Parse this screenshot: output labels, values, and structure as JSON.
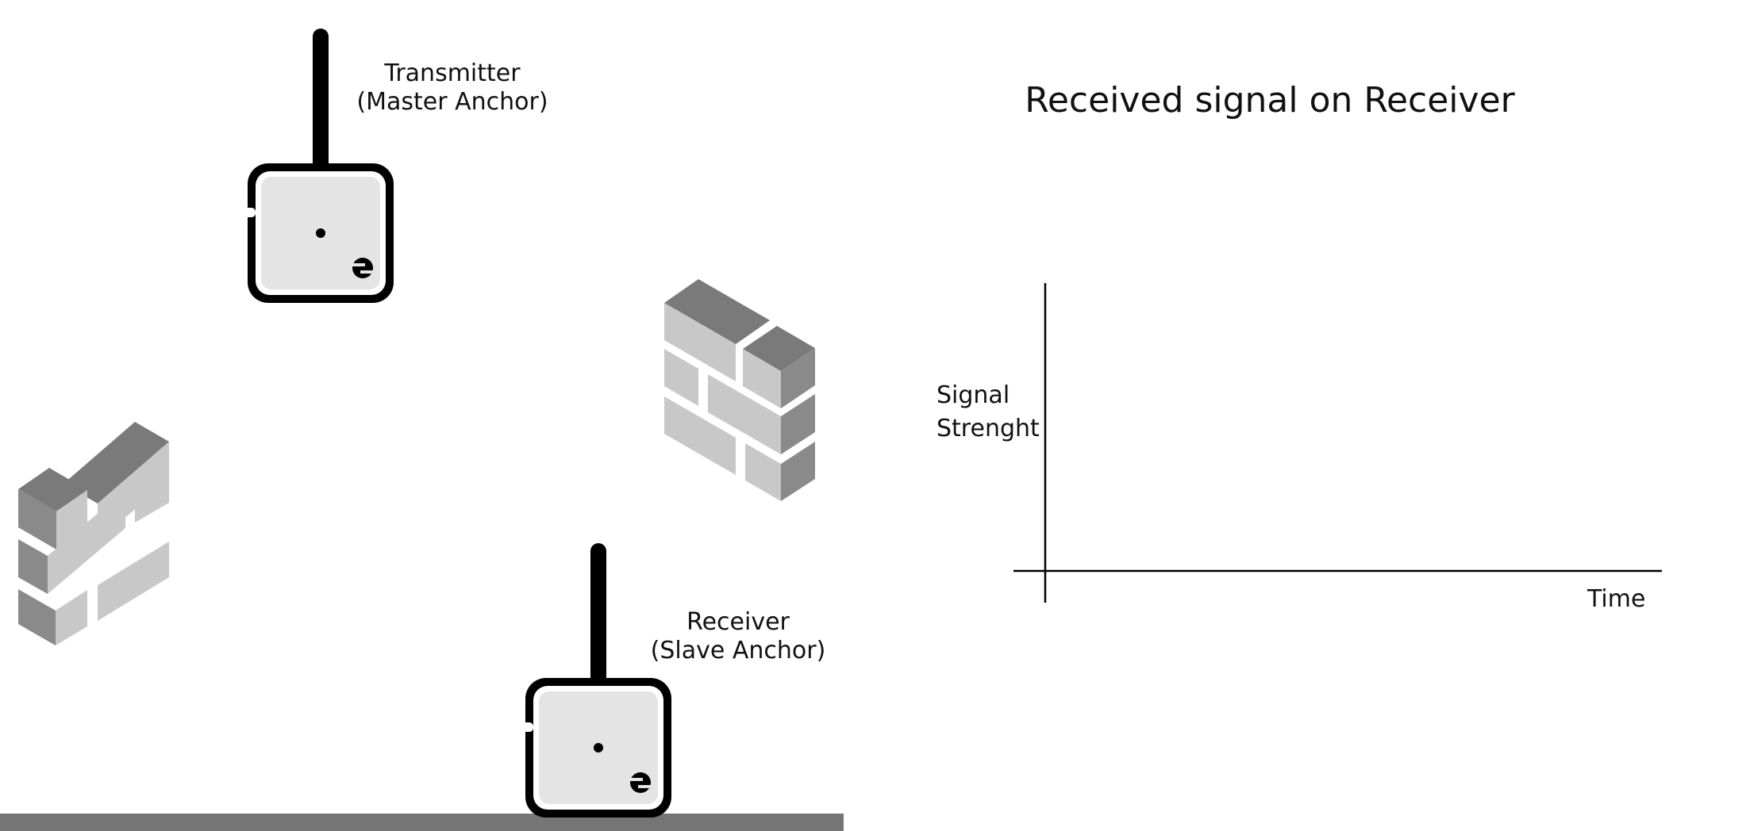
{
  "devices": {
    "transmitter": {
      "line1": "Transmitter",
      "line2": "(Master Anchor)",
      "icon": "anchor-device-icon"
    },
    "receiver": {
      "line1": "Receiver",
      "line2": "(Slave Anchor)",
      "icon": "anchor-device-icon"
    }
  },
  "obstacles": [
    {
      "icon": "brick-wall-icon"
    },
    {
      "icon": "brick-wall-icon"
    }
  ],
  "chart": {
    "title": "Received signal on Receiver",
    "ylabel_line1": "Signal",
    "ylabel_line2": "Strenght",
    "xlabel": "Time"
  },
  "colors": {
    "device_outline": "#000000",
    "device_fill": "#e4e4e4",
    "brick_front": "#c8c8c8",
    "brick_side": "#8a8a8a",
    "brick_top": "#7a7a7a",
    "floor": "#757575",
    "axis": "#000000"
  }
}
